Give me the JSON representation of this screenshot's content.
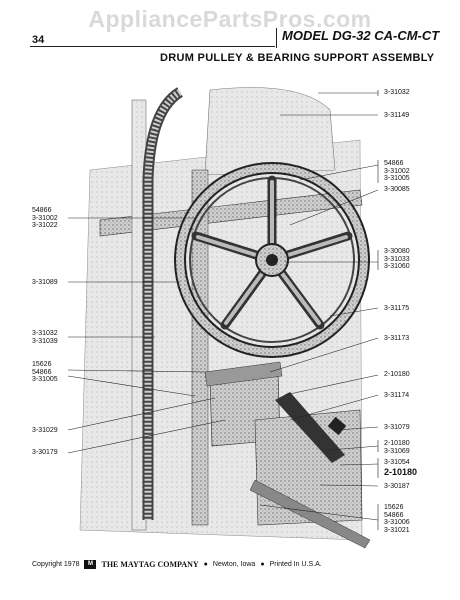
{
  "watermark": "AppliancePartsPros.com",
  "header": {
    "page_number": "34",
    "model": "MODEL DG-32 CA-CM-CT",
    "title": "DRUM PULLEY & BEARING SUPPORT ASSEMBLY"
  },
  "callouts_left": {
    "l1": [
      "54866",
      "3-31002",
      "3-31022"
    ],
    "l2": [
      "3-31089"
    ],
    "l3": [
      "3-31032",
      "3-31039"
    ],
    "l4": [
      "15626",
      "54866",
      "3-31005"
    ],
    "l5": [
      "3-31029"
    ],
    "l6": [
      "3-30179"
    ]
  },
  "callouts_right": {
    "r1": [
      "3-31032"
    ],
    "r2": [
      "3-31149"
    ],
    "r3": [
      "54866",
      "3-31002",
      "3-31005"
    ],
    "r4": [
      "3-30085"
    ],
    "r5": [
      "3-30080",
      "3-31033",
      "3-31060"
    ],
    "r6": [
      "3-31175"
    ],
    "r7": [
      "3-31173"
    ],
    "r8": [
      "2-10180"
    ],
    "r9": [
      "3-31174"
    ],
    "r10": [
      "3-31079"
    ],
    "r11": [
      "2-10180",
      "3-31069"
    ],
    "r12": [
      "3-31054"
    ],
    "r13": [
      "2-10180"
    ],
    "r14": [
      "3-30187"
    ],
    "r15": [
      "15626",
      "54866",
      "3-31006",
      "3-31021"
    ]
  },
  "footer": {
    "copyright": "Copyright 1978",
    "logo_glyph": "M",
    "company": "THE MAYTAG COMPANY",
    "bullet": "●",
    "city": "Newton, Iowa",
    "printed": "Printed In U.S.A."
  }
}
